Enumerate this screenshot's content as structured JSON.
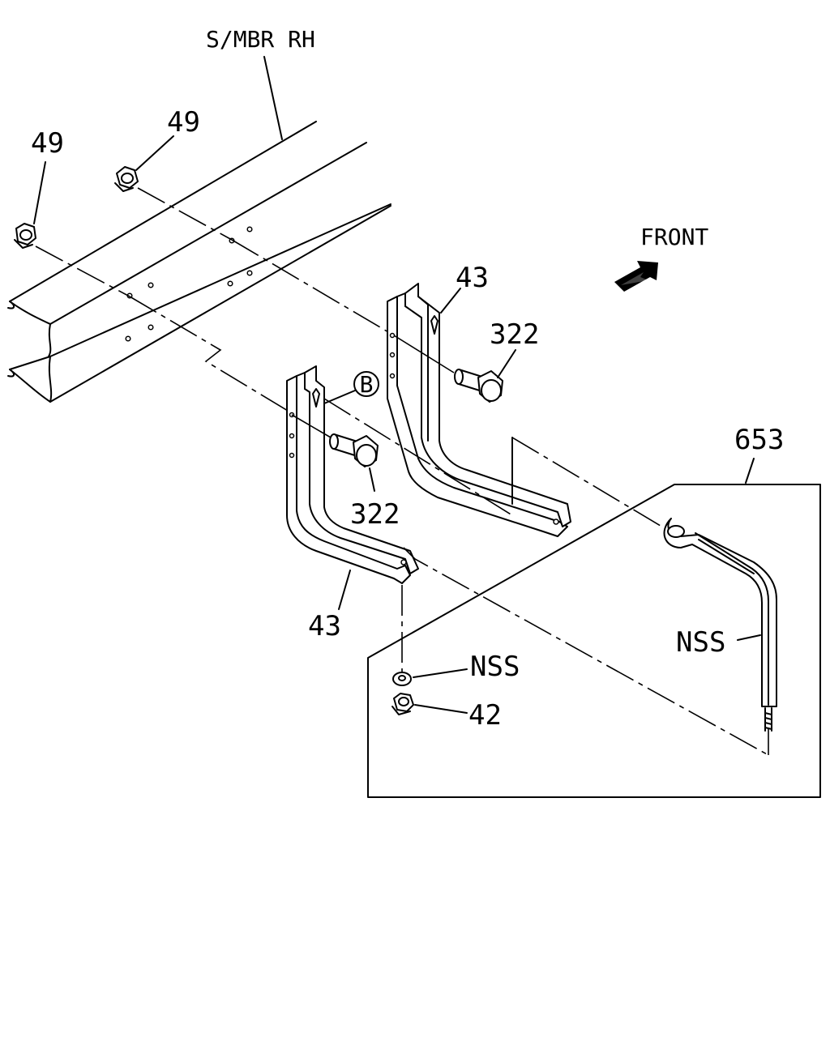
{
  "labels": {
    "side_member": "S/MBR RH",
    "front": "FRONT",
    "nut_49_a": "49",
    "nut_49_b": "49",
    "bracket_43_upper": "43",
    "bracket_43_lower": "43",
    "bolt_322_upper": "322",
    "bolt_322_lower": "322",
    "callout_b": "B",
    "assembly_653": "653",
    "strap_nss": "NSS",
    "washer_nss": "NSS",
    "nut_42": "42"
  },
  "icons": {
    "front_arrow": "arrow-icon"
  }
}
